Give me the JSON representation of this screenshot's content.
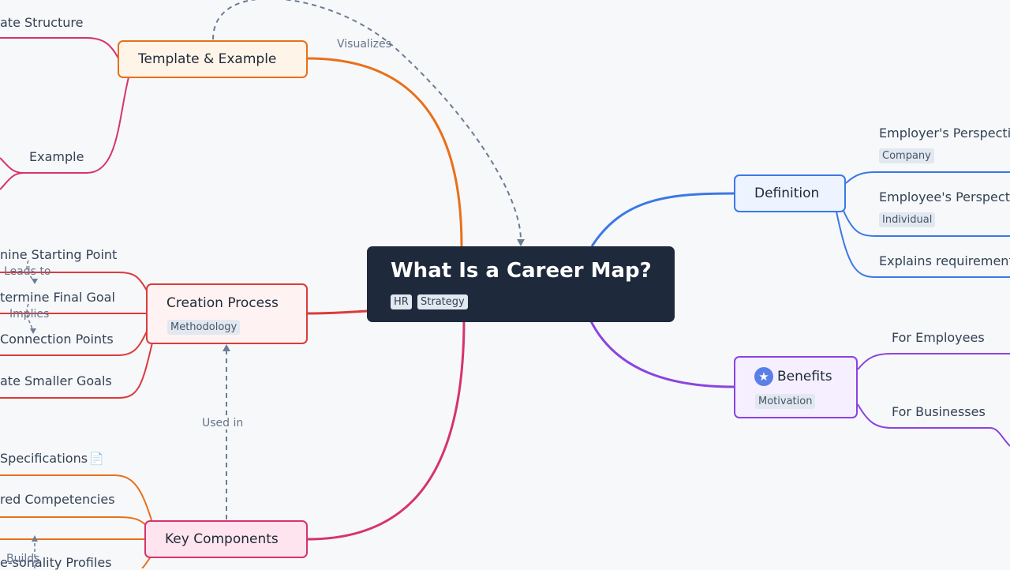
{
  "root": {
    "title": "What Is a Career Map?",
    "tags": [
      "HR",
      "Strategy"
    ]
  },
  "nodes": {
    "template": {
      "title": "Template & Example"
    },
    "creation": {
      "title": "Creation Process",
      "tag": "Methodology"
    },
    "components": {
      "title": "Key Components"
    },
    "definition": {
      "title": "Definition"
    },
    "benefits": {
      "title": "Benefits",
      "tag": "Motivation",
      "icon": "star-icon"
    }
  },
  "leaves": {
    "template_structure": "ate Structure",
    "example": "Example",
    "starting_point": "nine Starting Point",
    "final_goal": "termine Final Goal",
    "connection_points": "Connection Points",
    "smaller_goals": "ate Smaller Goals",
    "specifications": "Specifications",
    "competencies": "red Competencies",
    "profiles": "e-sonality Profiles",
    "employer": "Employer's Perspecti",
    "employer_tag": "Company",
    "employee": "Employee's Perspect",
    "employee_tag": "Individual",
    "requirements": "Explains requirement",
    "for_employees": "For Employees",
    "for_businesses": "For Businesses"
  },
  "edge_labels": {
    "visualizes": "Visualizes",
    "used_in": "Used in",
    "leads_to": "Leads to",
    "implies": "Implies",
    "builds": "Builds"
  },
  "colors": {
    "background": "#f7f8fa",
    "root": "#1e293b",
    "template": "#e8701a",
    "creation": "#dc3b3b",
    "components": "#d6336c",
    "definition": "#3b78e7",
    "benefits": "#8b44e0",
    "dashed": "#6b7c93"
  }
}
